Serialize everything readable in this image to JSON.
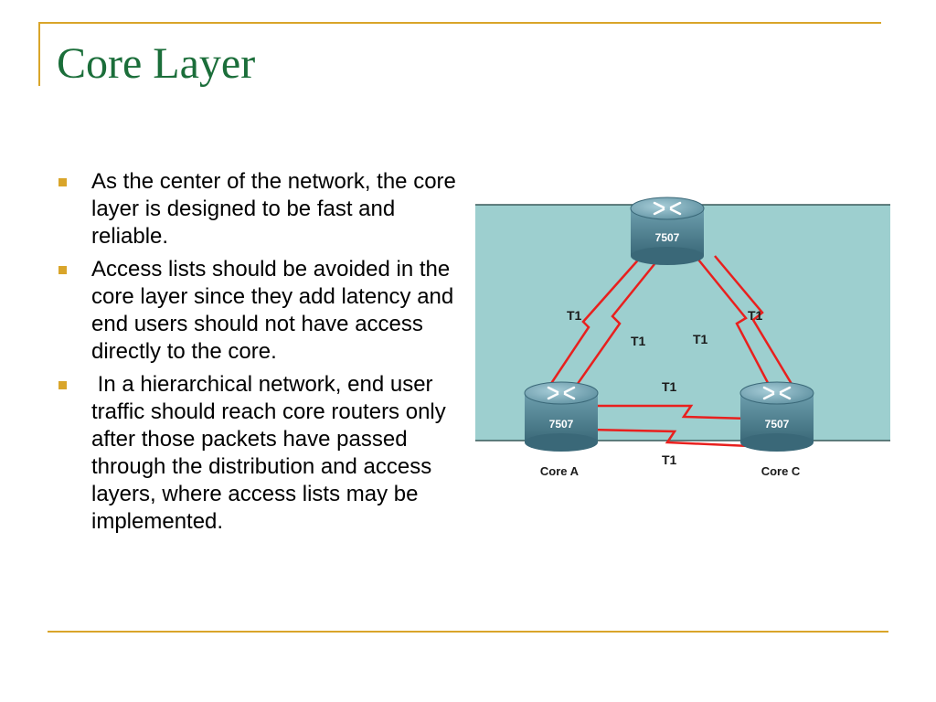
{
  "slide": {
    "title": "Core Layer",
    "bullets": [
      "As the center of the network, the core layer is designed to be fast and reliable.",
      "Access lists should be avoided in the core layer since they add latency and end users should not have access directly to the core.",
      " In a hierarchical network, end user traffic should reach core routers only after those packets have passed through the distribution and access layers, where access lists may be implemented."
    ]
  },
  "diagram": {
    "router_model": "7507",
    "routers": [
      {
        "label": "",
        "model": "7507"
      },
      {
        "label": "Core A",
        "model": "7507"
      },
      {
        "label": "Core C",
        "model": "7507"
      }
    ],
    "link_labels": [
      "T1",
      "T1",
      "T1",
      "T1",
      "T1",
      "T1"
    ],
    "colors": {
      "band": "#9dcfcf",
      "link": "#e8201e",
      "router": "#4f8494",
      "accent": "#d9a52a",
      "title": "#1b6e3a"
    }
  }
}
